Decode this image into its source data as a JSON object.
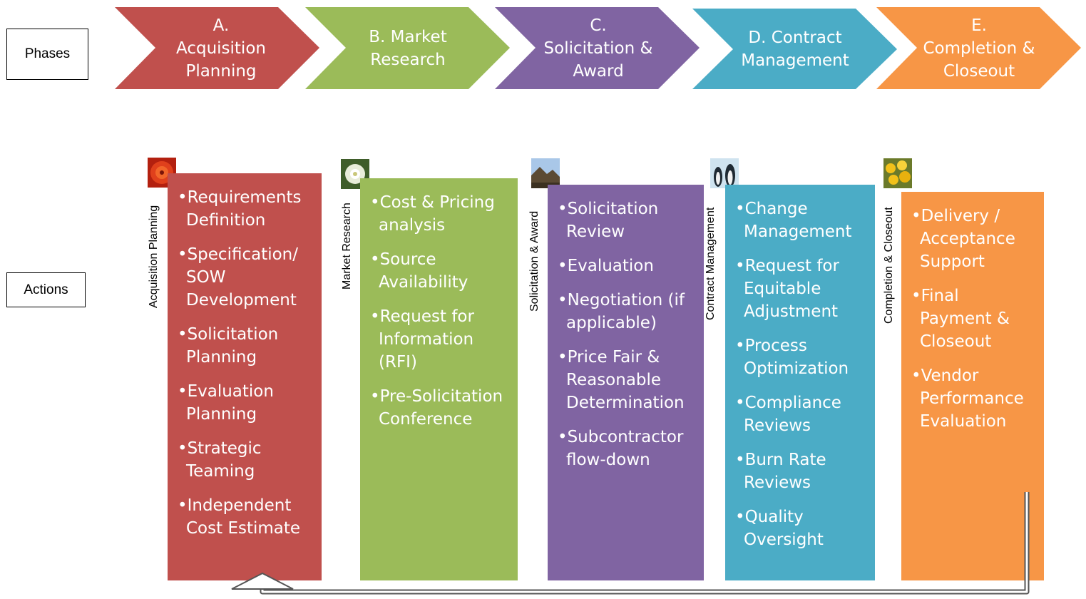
{
  "labels": {
    "phases": "Phases",
    "actions": "Actions"
  },
  "phases": [
    {
      "letter": "A.",
      "title_line1": "Acquisition",
      "title_line2": "Planning",
      "color": "#c0504d"
    },
    {
      "letter": "",
      "title_line1": "B.  Market",
      "title_line2": "Research",
      "color": "#9bbb59"
    },
    {
      "letter": "C.",
      "title_line1": "Solicitation &",
      "title_line2": "Award",
      "color": "#8064a2"
    },
    {
      "letter": "",
      "title_line1": "D.  Contract",
      "title_line2": "Management",
      "color": "#4bacc6"
    },
    {
      "letter": "E.",
      "title_line1": "Completion &",
      "title_line2": "Closeout",
      "color": "#f79646"
    }
  ],
  "columns": [
    {
      "side_label": "Acquisition Planning",
      "thumb": "red-flower-icon",
      "items": [
        "Requirements Definition",
        "Specification/ SOW Development",
        "Solicitation Planning",
        "Evaluation Planning",
        "Strategic Teaming",
        "Independent Cost Estimate"
      ]
    },
    {
      "side_label": "Market Research",
      "thumb": "white-flower-icon",
      "items": [
        "Cost & Pricing analysis",
        "Source Availability",
        "Request for Information (RFI)",
        "Pre-Solicitation Conference"
      ]
    },
    {
      "side_label": "Solicitation & Award",
      "thumb": "landscape-icon",
      "items": [
        "Solicitation Review",
        "Evaluation",
        "Negotiation (if applicable)",
        "Price Fair & Reasonable Determination",
        "Subcontractor flow-down"
      ]
    },
    {
      "side_label": "Contract Management",
      "thumb": "penguins-icon",
      "items": [
        "Change Management",
        "Request for Equitable Adjustment",
        "Process Optimization",
        "Compliance Reviews",
        "Burn Rate Reviews",
        "Quality Oversight"
      ]
    },
    {
      "side_label": "Completion & Closeout",
      "thumb": "yellow-flowers-icon",
      "items": [
        "Delivery / Acceptance Support",
        "Final Payment & Closeout",
        "Vendor Performance Evaluation"
      ]
    }
  ]
}
